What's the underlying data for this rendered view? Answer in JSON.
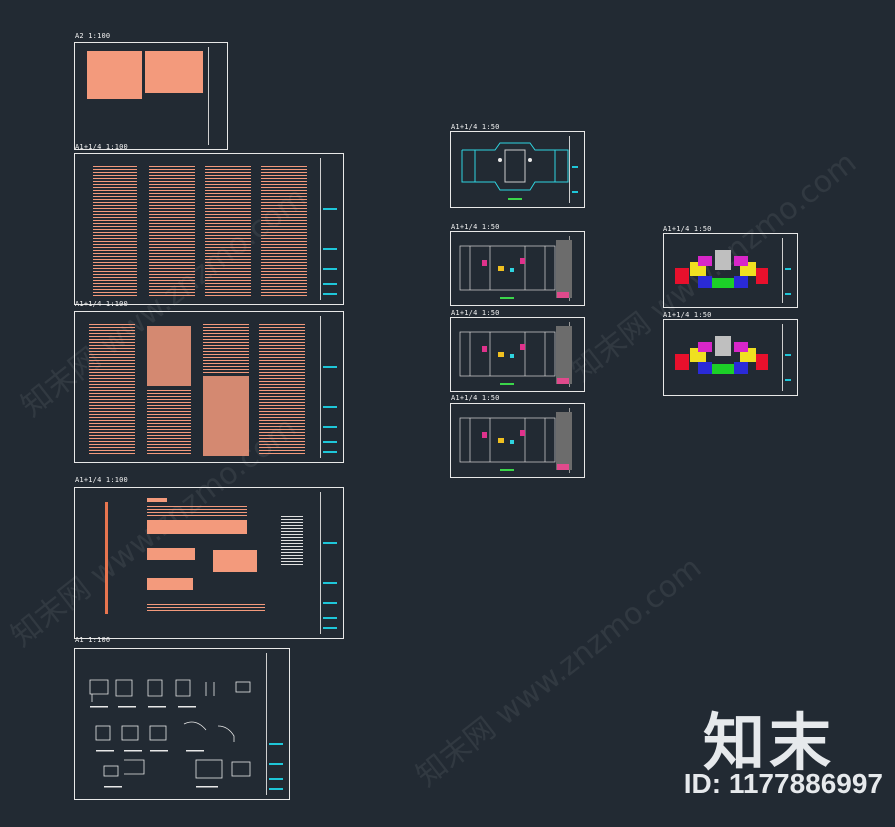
{
  "sheets": {
    "s1": "A2 1:100",
    "s2": "A1+1/4 1:100",
    "s3": "A1+1/4 1:100",
    "s4": "A1+1/4 1:100",
    "s5": "A1 1:100",
    "p1": "A1+1/4 1:50",
    "p2": "A1+1/4 1:50",
    "p3": "A1+1/4 1:50",
    "p4": "A1+1/4 1:50",
    "p5": "A1+1/4 1:50",
    "p6": "A1+1/4 1:50"
  },
  "watermark": {
    "brand": "知末",
    "id": "ID: 1177886997",
    "text": "知末网 www.znzmo.com"
  },
  "colors": {
    "background": "#222a33",
    "text_block": "#f39a7c",
    "title_block": "#1fc6d8"
  }
}
